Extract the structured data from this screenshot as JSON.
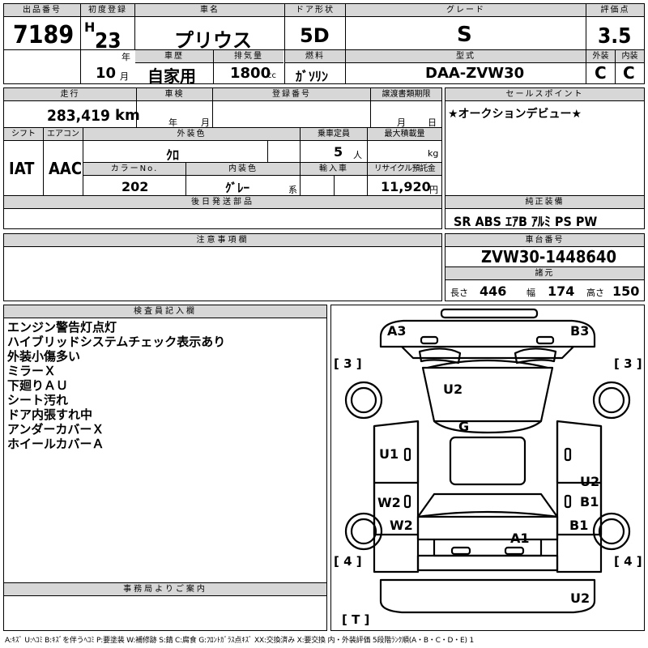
{
  "header": {
    "lot_no_label": "出品番号",
    "lot_no": "7189",
    "first_reg_label": "初度登録",
    "era": "H",
    "year": "23",
    "year_unit": "年",
    "month": "10",
    "month_unit": "月",
    "car_name_label": "車名",
    "car_name": "プリウス",
    "door_label": "ドア形状",
    "door": "5D",
    "grade_label": "グレード",
    "grade": "S",
    "score_label": "評価点",
    "score": "3.5",
    "history_label": "車歴",
    "history": "自家用",
    "displacement_label": "排気量",
    "displacement": "1800",
    "displacement_unit": "cc",
    "fuel_label": "燃料",
    "fuel": "ｶﾞｿﾘﾝ",
    "model_label": "型式",
    "model": "DAA-ZVW30",
    "exterior_label": "外装",
    "exterior_grade": "C",
    "interior_label": "内装",
    "interior_grade": "C"
  },
  "row2": {
    "mileage_label": "走行",
    "mileage": "283,419",
    "mileage_unit": "km",
    "inspection_label": "車検",
    "inspection_year_unit": "年",
    "inspection_month_unit": "月",
    "reg_no_label": "登録番号",
    "transfer_label": "譲渡書類期限",
    "transfer_month_unit": "月",
    "transfer_day_unit": "日",
    "sales_point_label": "セールスポイント",
    "sales_point": "★オークションデビュー★"
  },
  "row3": {
    "shift_label": "シフト",
    "shift": "IAT",
    "aircon_label": "エアコン",
    "aircon": "AAC",
    "ext_color_label": "外装色",
    "ext_color": "ｸﾛ",
    "capacity_label": "乗車定員",
    "capacity": "5",
    "capacity_unit": "人",
    "max_load_label": "最大積載量",
    "max_load_unit": "kg",
    "color_no_label": "カラーNo.",
    "color_no": "202",
    "int_color_label": "内装色",
    "int_color": "ｸﾞﾚｰ",
    "int_color_unit": "系",
    "import_label": "輸入車",
    "recycle_label": "リサイクル預託金",
    "recycle": "11,920",
    "recycle_unit": "円"
  },
  "later_parts_label": "後日発送部品",
  "equipment_label": "純正装備",
  "equipment": "SR ABS ｴｱB ｱﾙﾐ PS PW",
  "caution_label": "注意事項欄",
  "chassis_label": "車台番号",
  "chassis": "ZVW30-1448640",
  "specs_label": "諸元",
  "length_label": "長さ",
  "length": "446",
  "width_label": "幅",
  "width": "174",
  "height_label": "高さ",
  "height": "150",
  "inspector_label": "検査員記入欄",
  "inspector_notes": [
    "エンジン警告灯点灯",
    "ハイブリッドシステムチェック表示あり",
    "外装小傷多い",
    "ミラーＸ",
    "下廻りＡＵ",
    "シート汚れ",
    "ドア内張すれ中",
    "アンダーカバーＸ",
    "ホイールカバーＡ"
  ],
  "office_label": "事務局よりご案内",
  "diagram": {
    "labels": {
      "a3": "A3",
      "b3": "B3",
      "u2_top": "U2",
      "g": "G",
      "u1": "U1",
      "u2_right": "U2",
      "b1_upper": "B1",
      "w2_upper": "W2",
      "w2_lower": "W2",
      "b1_lower": "B1",
      "a1": "A1",
      "u2_bottom": "U2"
    },
    "tires": {
      "fl": "3",
      "fr": "3",
      "rl": "4",
      "rr": "4",
      "spare": "T"
    }
  },
  "legend": "A:ｷｽﾞ U:ﾍｺﾐ B:ｷｽﾞを伴うﾍｺﾐ P:要塗装 W:補修跡 S:錆 C:腐食 G:ﾌﾛﾝﾄｶﾞﾗｽ点ｷｽﾞ XX:交換済み X:要交換 内・外装評価 5段階ﾗﾝｸ順(A・B・C・D・E) 1"
}
